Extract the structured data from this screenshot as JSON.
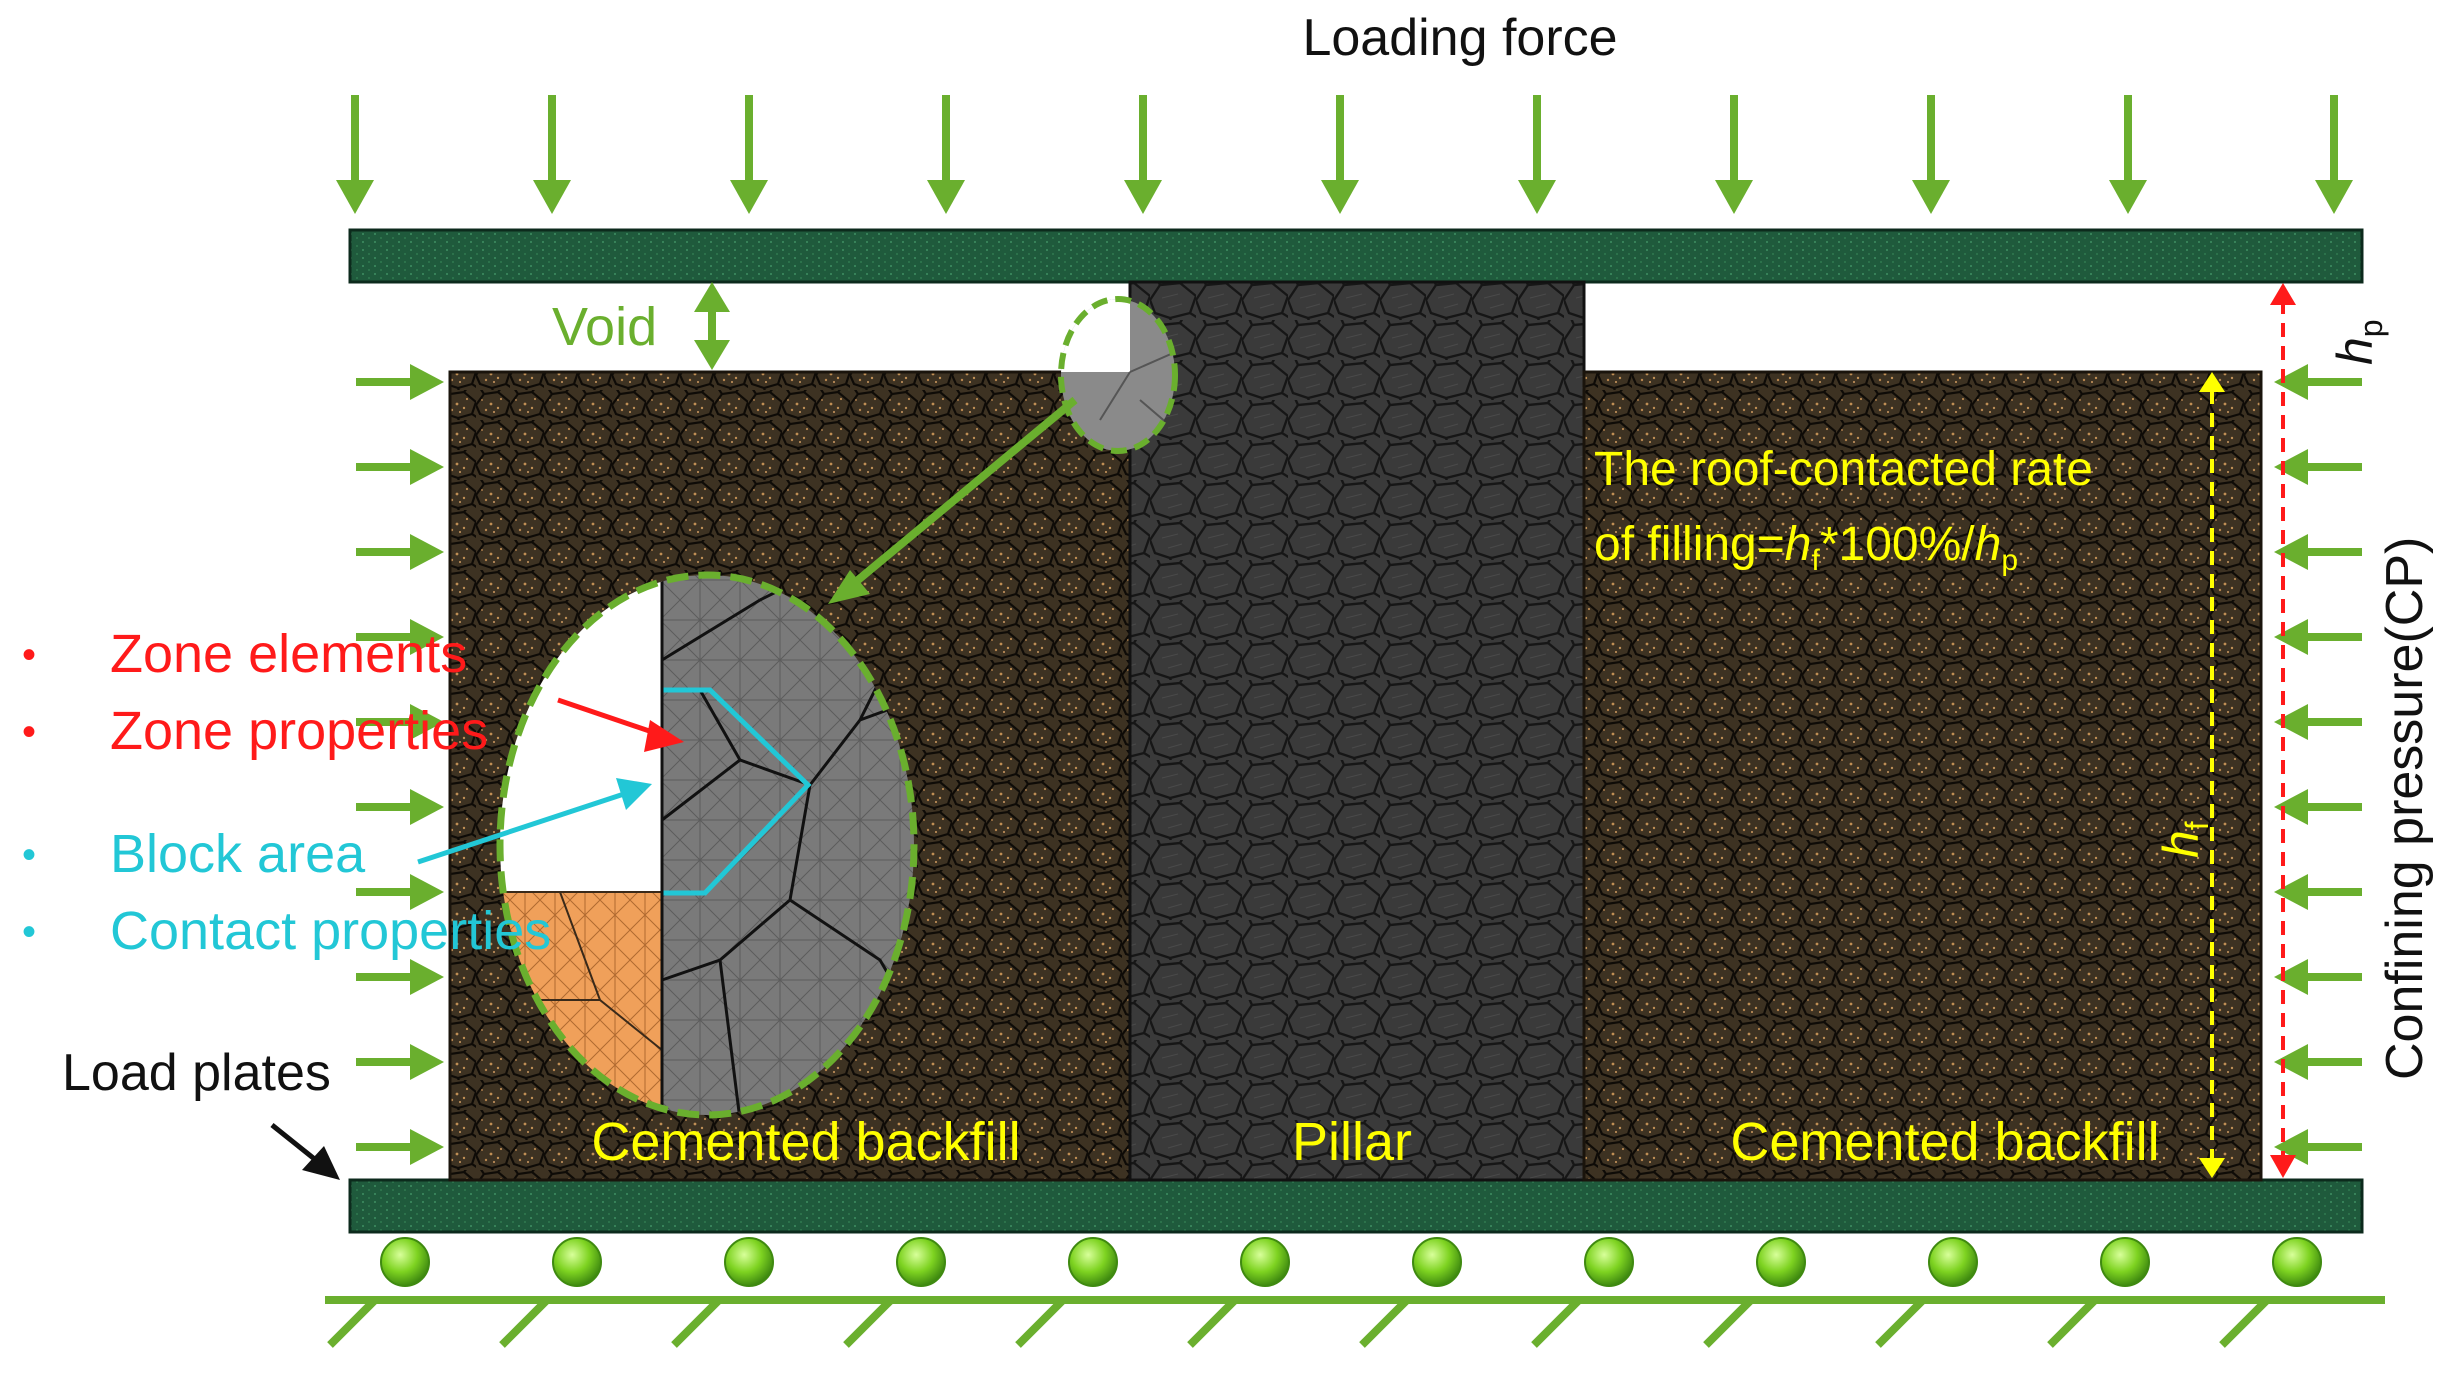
{
  "labels": {
    "loading_force": "Loading force",
    "void": "Void",
    "zone_elements": "Zone elements",
    "zone_properties": "Zone properties",
    "block_area": "Block area",
    "contact_properties": "Contact properties",
    "load_plates": "Load plates",
    "cemented_backfill_left": "Cemented backfill",
    "pillar": "Pillar",
    "cemented_backfill_right": "Cemented backfill",
    "confining_pressure": "Confining pressure(CP)",
    "rate_line1": "The roof-contacted rate",
    "rate_line2_prefix": "of filling=",
    "rate_h": "h",
    "rate_f_sub": "f",
    "rate_mid": "*100%/",
    "rate_h2": "h",
    "rate_p_sub": "p",
    "hp_h": "h",
    "hp_sub": "p",
    "hf_h": "h",
    "hf_sub": "f",
    "bullet": "•"
  },
  "colors": {
    "arrow_green": "#6aaf2e",
    "plate_green": "#1f5a3c",
    "backfill_brown": "#3d3222",
    "backfill_grain": "#b8864e",
    "pillar_gray": "#3a3a3a",
    "zone_red": "#ff1a1a",
    "block_cyan": "#22c7d6",
    "label_yellow": "#ffff00",
    "orange_zone": "#f0a05a",
    "roller_green": "#7ed321"
  }
}
